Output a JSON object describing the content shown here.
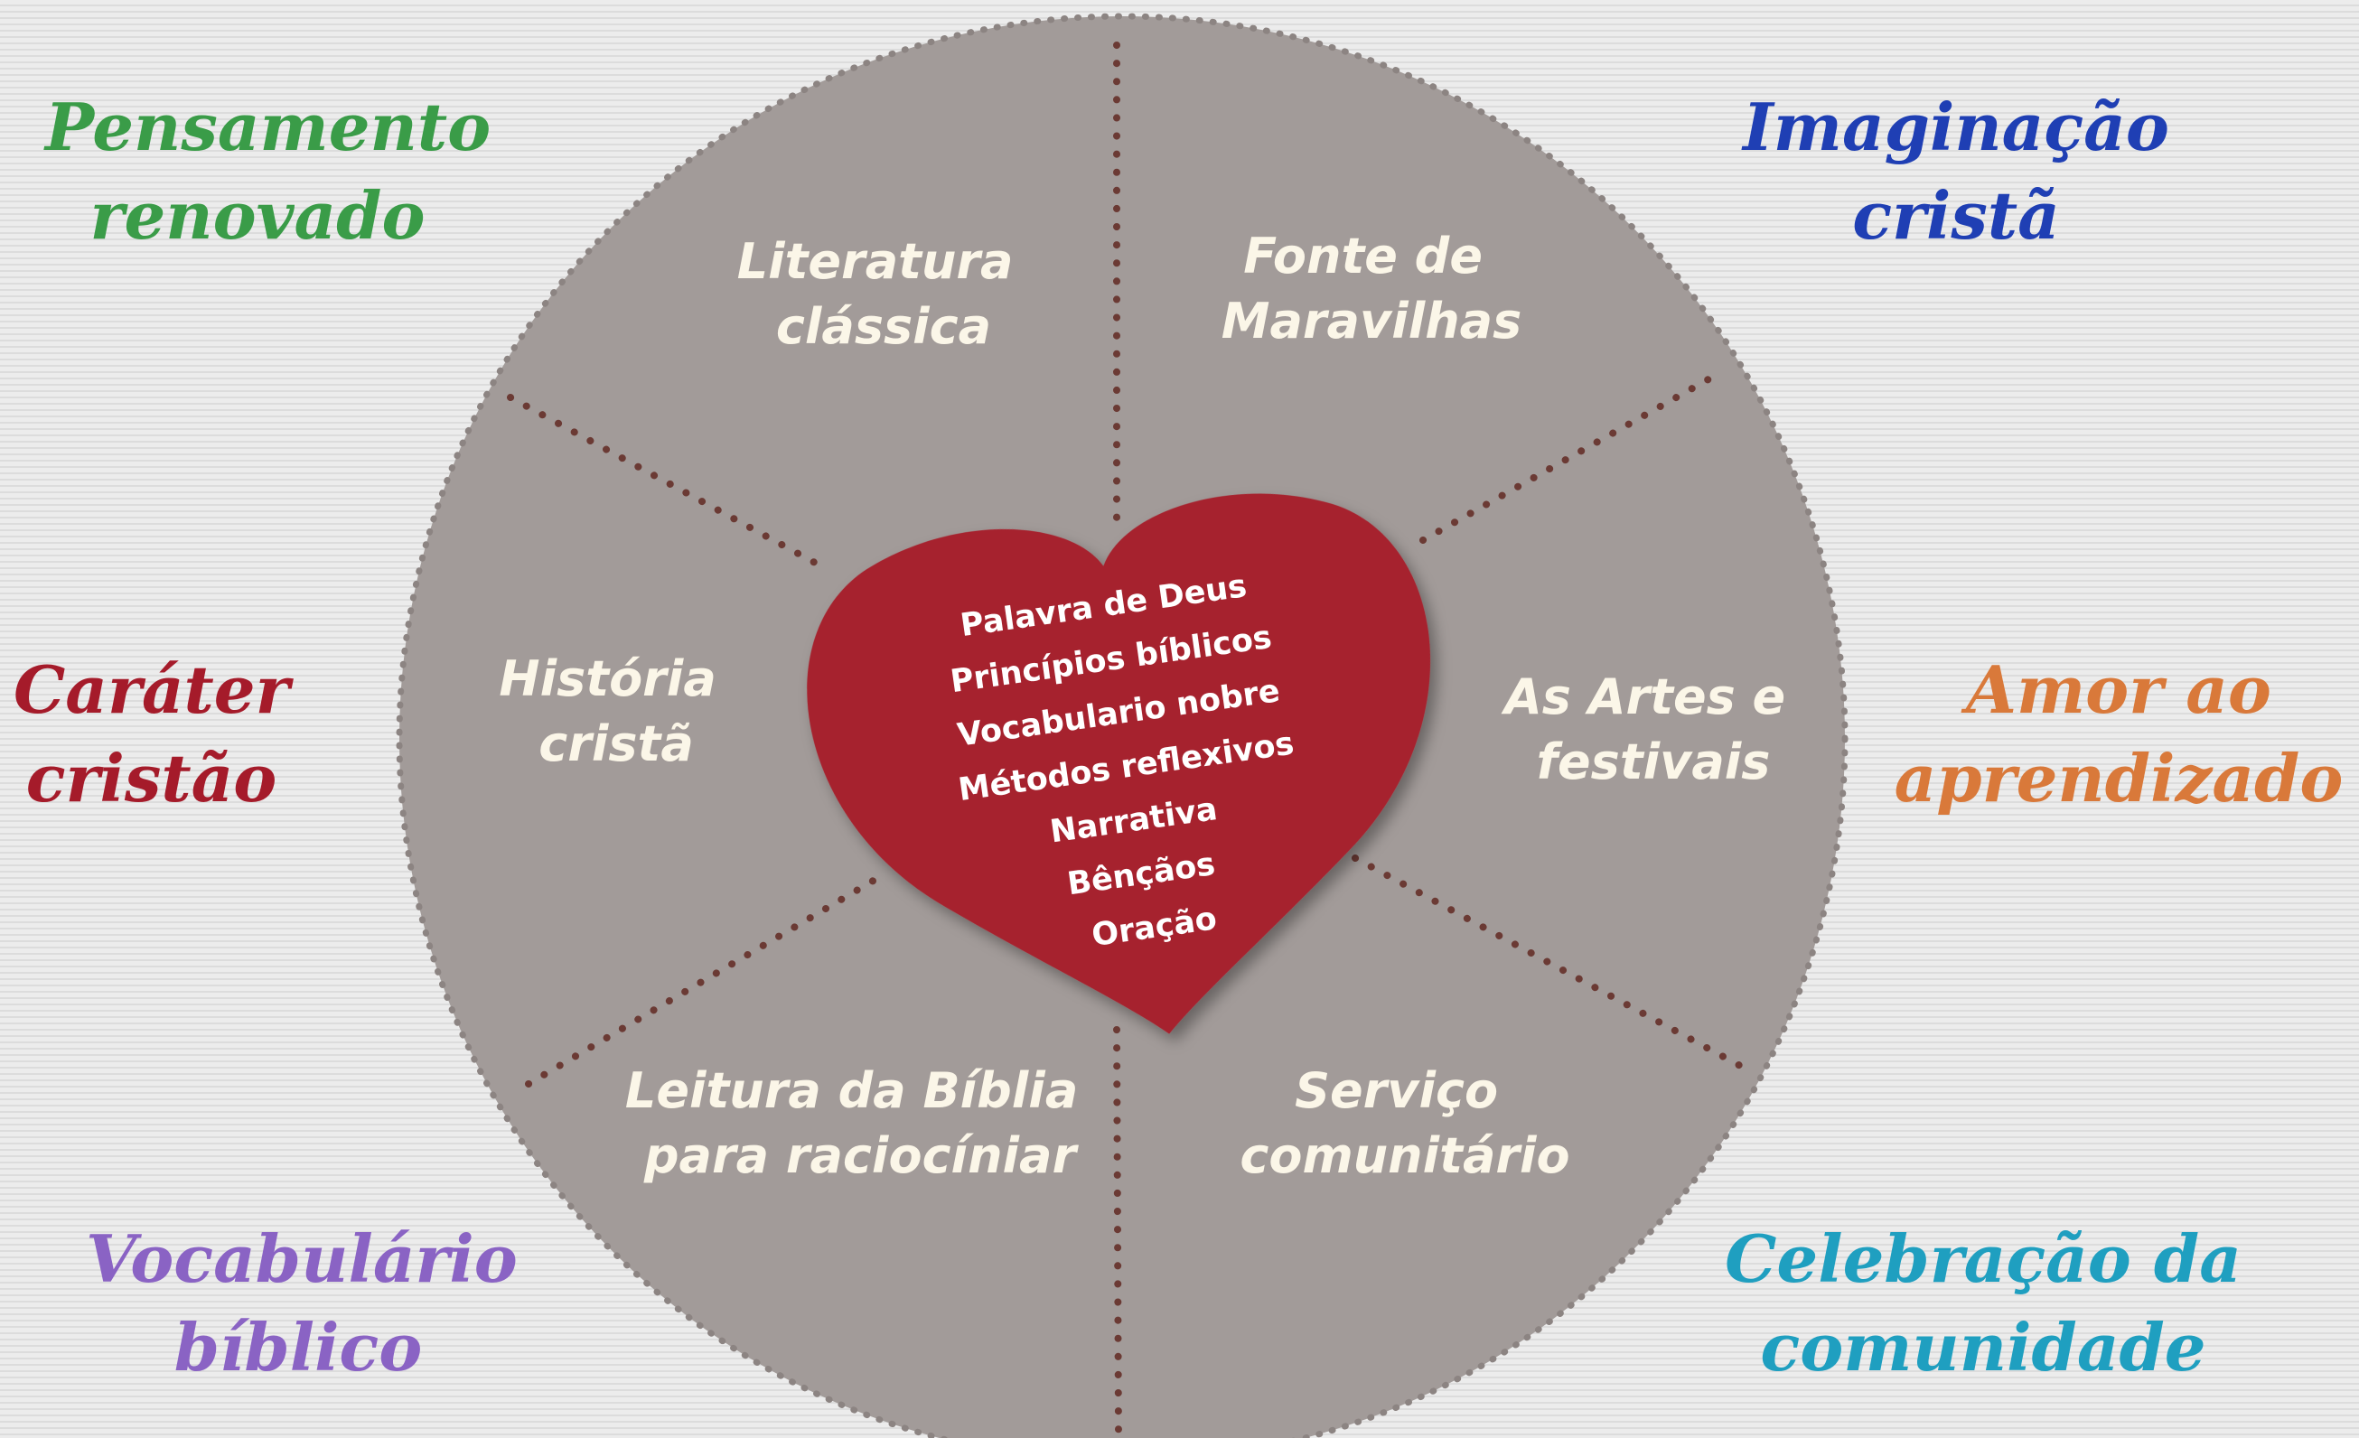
{
  "colors": {
    "background": "#e7e7e7",
    "wheel": "#a29b99",
    "wheel_border": "#8c8482",
    "divider_dots": "#6b3a34",
    "heart": "#a6222e",
    "segment_text": "#fbf6e8",
    "heart_text": "#ffffff"
  },
  "corners": {
    "top_left": {
      "lines": [
        "Pensamento",
        "renovado"
      ],
      "color": "#3a9c48"
    },
    "top_right": {
      "lines": [
        "Imaginação",
        "cristã"
      ],
      "color": "#1f3fb4"
    },
    "middle_left": {
      "lines": [
        "Caráter",
        "cristão"
      ],
      "color": "#a51b2a"
    },
    "middle_right": {
      "lines": [
        "Amor ao",
        "aprendizado"
      ],
      "color": "#d9793a"
    },
    "bottom_left": {
      "lines": [
        "Vocabulário",
        "bíblico"
      ],
      "color": "#8a63c4"
    },
    "bottom_right": {
      "lines": [
        "Celebração da",
        "comunidade"
      ],
      "color": "#1f9fc0"
    }
  },
  "segments": {
    "top_left": [
      "Literatura",
      "clássica"
    ],
    "top_right": [
      "Fonte de",
      "Maravilhas"
    ],
    "left": [
      "História",
      "cristã"
    ],
    "right": [
      "As Artes e",
      "festivais"
    ],
    "bottom_left": [
      "Leitura da Bíblia",
      "para raciocíniar"
    ],
    "bottom_right": [
      "Serviço",
      "comunitário"
    ]
  },
  "heart": {
    "items": [
      "Palavra de Deus",
      "Princípios bíblicos",
      "Vocabulario nobre",
      "Métodos reflexivos",
      "Narrativa",
      "Bênçãos",
      "Oração"
    ]
  }
}
